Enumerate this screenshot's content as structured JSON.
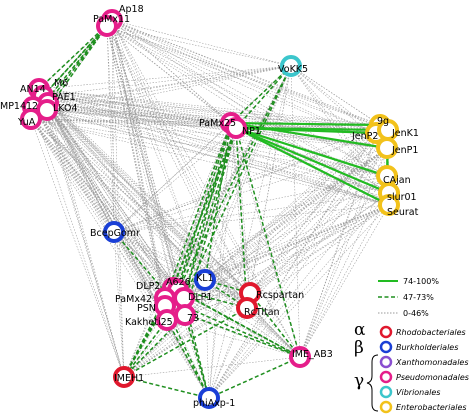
{
  "colors": {
    "Rhodobacteriales": "#e0182d",
    "Burkholderiales": "#1a3fd6",
    "Xanthomonadales": "#8a4fd0",
    "Pseudomonadales": "#e51e8a",
    "Vibrionales": "#3cc6cc",
    "Enterobacteriales": "#f2c21b",
    "edge_strong": "#22bb22",
    "edge_medium": "#1f8f1f",
    "edge_weak": "#9a9a9a"
  },
  "nodes": [
    {
      "id": "Ap18",
      "label": "Ap18",
      "group": "Pseudomonadales"
    },
    {
      "id": "PaMx11",
      "label": "PaMx11",
      "group": "Pseudomonadales"
    },
    {
      "id": "VoKK5",
      "label": "VoKK5",
      "group": "Vibrionales"
    },
    {
      "id": "AN14",
      "label": "AN14",
      "group": "Pseudomonadales"
    },
    {
      "id": "M6",
      "label": "M6",
      "group": "Pseudomonadales"
    },
    {
      "id": "PAE1",
      "label": "PAE1",
      "group": "Pseudomonadales"
    },
    {
      "id": "MP1412",
      "label": "MP1412",
      "group": "Pseudomonadales"
    },
    {
      "id": "LKO4",
      "label": "LKO4",
      "group": "Pseudomonadales"
    },
    {
      "id": "YuA",
      "label": "YuA",
      "group": "Pseudomonadales"
    },
    {
      "id": "PaMx25",
      "label": "PaMx25",
      "group": "Pseudomonadales"
    },
    {
      "id": "NP1",
      "label": "NP1",
      "group": "Pseudomonadales"
    },
    {
      "id": "9g",
      "label": "9g",
      "group": "Enterobacteriales"
    },
    {
      "id": "JenP2",
      "label": "JenP2",
      "group": "Enterobacteriales"
    },
    {
      "id": "JenK1",
      "label": "JenK1",
      "group": "Enterobacteriales"
    },
    {
      "id": "JenP1",
      "label": "JenP1",
      "group": "Enterobacteriales"
    },
    {
      "id": "CAjan",
      "label": "CAjan",
      "group": "Enterobacteriales"
    },
    {
      "id": "slur01",
      "label": "slur01",
      "group": "Enterobacteriales"
    },
    {
      "id": "Seurat",
      "label": "Seurat",
      "group": "Enterobacteriales"
    },
    {
      "id": "BcepGomr",
      "label": "BcepGomr",
      "group": "Burkholderiales"
    },
    {
      "id": "KL1",
      "label": "KL1",
      "group": "Burkholderiales"
    },
    {
      "id": "DLP2",
      "label": "DLP2",
      "group": "Pseudomonadales"
    },
    {
      "id": "A626",
      "label": "A626",
      "group": "Pseudomonadales"
    },
    {
      "id": "PaMx42",
      "label": "PaMx42",
      "group": "Pseudomonadales"
    },
    {
      "id": "DLP1",
      "label": "DLP1",
      "group": "Pseudomonadales"
    },
    {
      "id": "PSN",
      "label": "PSN",
      "group": "Pseudomonadales"
    },
    {
      "id": "73",
      "label": "73",
      "group": "Pseudomonadales"
    },
    {
      "id": "Kakheti25",
      "label": "Kakheti25",
      "group": "Pseudomonadales"
    },
    {
      "id": "Rcspartan",
      "label": "Rcspartan",
      "group": "Rhodobacteriales"
    },
    {
      "id": "RcTitan",
      "label": "RcTitan",
      "group": "Rhodobacteriales"
    },
    {
      "id": "IME_AB3",
      "label": "IME_AB3",
      "group": "Pseudomonadales"
    },
    {
      "id": "IMEH1",
      "label": "IMEH1",
      "group": "Rhodobacteriales"
    },
    {
      "id": "phiAxp-1",
      "label": "phiAxp-1",
      "group": "Burkholderiales"
    }
  ],
  "legend": {
    "edges": [
      {
        "label": "74-100%",
        "style": "strong"
      },
      {
        "label": "47-73%",
        "style": "medium"
      },
      {
        "label": "0-46%",
        "style": "weak"
      }
    ],
    "groups": [
      {
        "greek": "α",
        "label": "Rhodobacteriales",
        "group": "Rhodobacteriales"
      },
      {
        "greek": "β",
        "label": "Burkholderiales",
        "group": "Burkholderiales"
      },
      {
        "greek": "",
        "label": "Xanthomonadales",
        "group": "Xanthomonadales"
      },
      {
        "greek": "γ",
        "label": "Pseudomonadales",
        "group": "Pseudomonadales"
      },
      {
        "greek": "",
        "label": "Vibrionales",
        "group": "Vibrionales"
      },
      {
        "greek": "",
        "label": "Enterobacteriales",
        "group": "Enterobacteriales"
      }
    ]
  }
}
